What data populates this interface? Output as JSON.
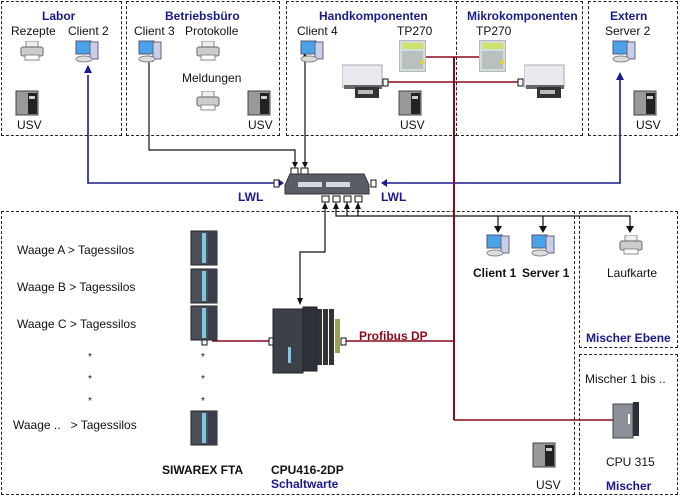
{
  "zones": {
    "labor": {
      "title": "Labor",
      "labels": {
        "printer": "Rezepte",
        "client": "Client 2",
        "ups": "USV"
      }
    },
    "betriebsbuero": {
      "title": "Betriebsbüro",
      "labels": {
        "client": "Client 3",
        "printer1": "Protokolle",
        "printer2": "Meldungen",
        "ups": "USV"
      }
    },
    "handkomponenten": {
      "title": "Handkomponenten",
      "labels": {
        "client": "Client 4",
        "panel": "TP270",
        "ups": "USV"
      }
    },
    "mikrokomponenten": {
      "title": "Mikrokomponenten",
      "labels": {
        "panel": "TP270"
      }
    },
    "extern": {
      "title": "Extern",
      "labels": {
        "server": "Server 2",
        "ups": "USV"
      }
    },
    "schaltwarte": {
      "title": "Schaltwarte",
      "scales": [
        "Waage A > Tagessilos",
        "Waage B > Tagessilos",
        "Waage C > Tagessilos",
        "Waage ..   > Tagessilos"
      ],
      "ellipsis": "*",
      "module_label": "SIWAREX FTA",
      "cpu_label": "CPU416-2DP",
      "client1": "Client 1",
      "server1": "Server 1",
      "ups": "USV"
    },
    "mischer_ebene": {
      "title": "Mischer Ebene",
      "labels": {
        "printer": "Laufkarte"
      }
    },
    "mischer": {
      "title": "Mischer",
      "labels": {
        "range": "Mischer 1 bis ..",
        "cpu": "CPU 315"
      }
    }
  },
  "connections": {
    "lwl_left": "LWL",
    "lwl_right": "LWL",
    "profibus": "Profibus DP"
  },
  "colors": {
    "fiber": "#1a1a8c",
    "profibus": "#8b0a1a",
    "ethernet": "#111111",
    "zone_title": "#1a1a8c"
  }
}
